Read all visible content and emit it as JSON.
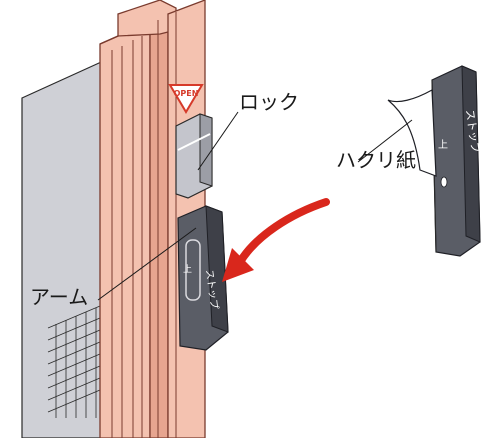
{
  "labels": {
    "lock": "ロック",
    "peel_paper": "ハクリ紙",
    "arm": "アーム"
  },
  "sign": {
    "text": "OPEN",
    "color": "#d63a2a"
  },
  "stopper": {
    "text": "ストップ",
    "up_mark": "上"
  },
  "icons": {
    "arrow": "curved-arrow-icon",
    "sign": "open-sign-icon"
  },
  "colors": {
    "frame": "#f4c2b0",
    "frame_dark": "#e7a590",
    "frame_outline": "#7a3b2e",
    "screen": "#cfd0d6",
    "part": "#5a5d66",
    "part_dark": "#3e4048",
    "lock_part": "#c4c5cc",
    "arrow": "#d9271c",
    "paper": "#ffffff"
  }
}
